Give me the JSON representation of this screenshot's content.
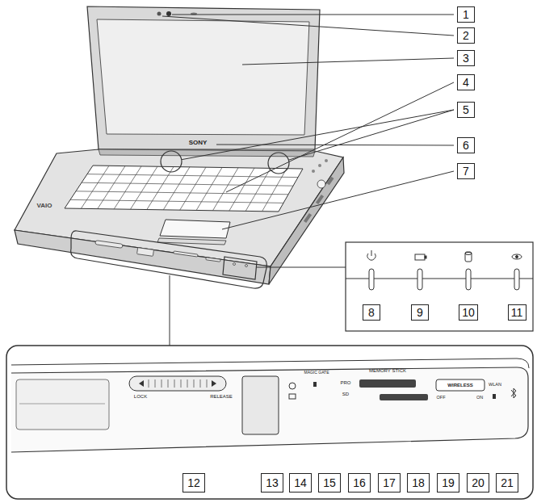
{
  "diagram": {
    "labels": [
      "1",
      "2",
      "3",
      "4",
      "5",
      "6",
      "SONY",
      "VAIO",
      "7",
      "8",
      "9",
      "10",
      "11",
      "LOCK",
      "RELEASE",
      "MAGIC GATE",
      "MEMORY STICK",
      "PRO",
      "SD",
      "WIRELESS",
      "OFF",
      "ON",
      "WLAN",
      "12",
      "13",
      "14",
      "15",
      "16",
      "17",
      "18",
      "19",
      "20",
      "21"
    ]
  }
}
